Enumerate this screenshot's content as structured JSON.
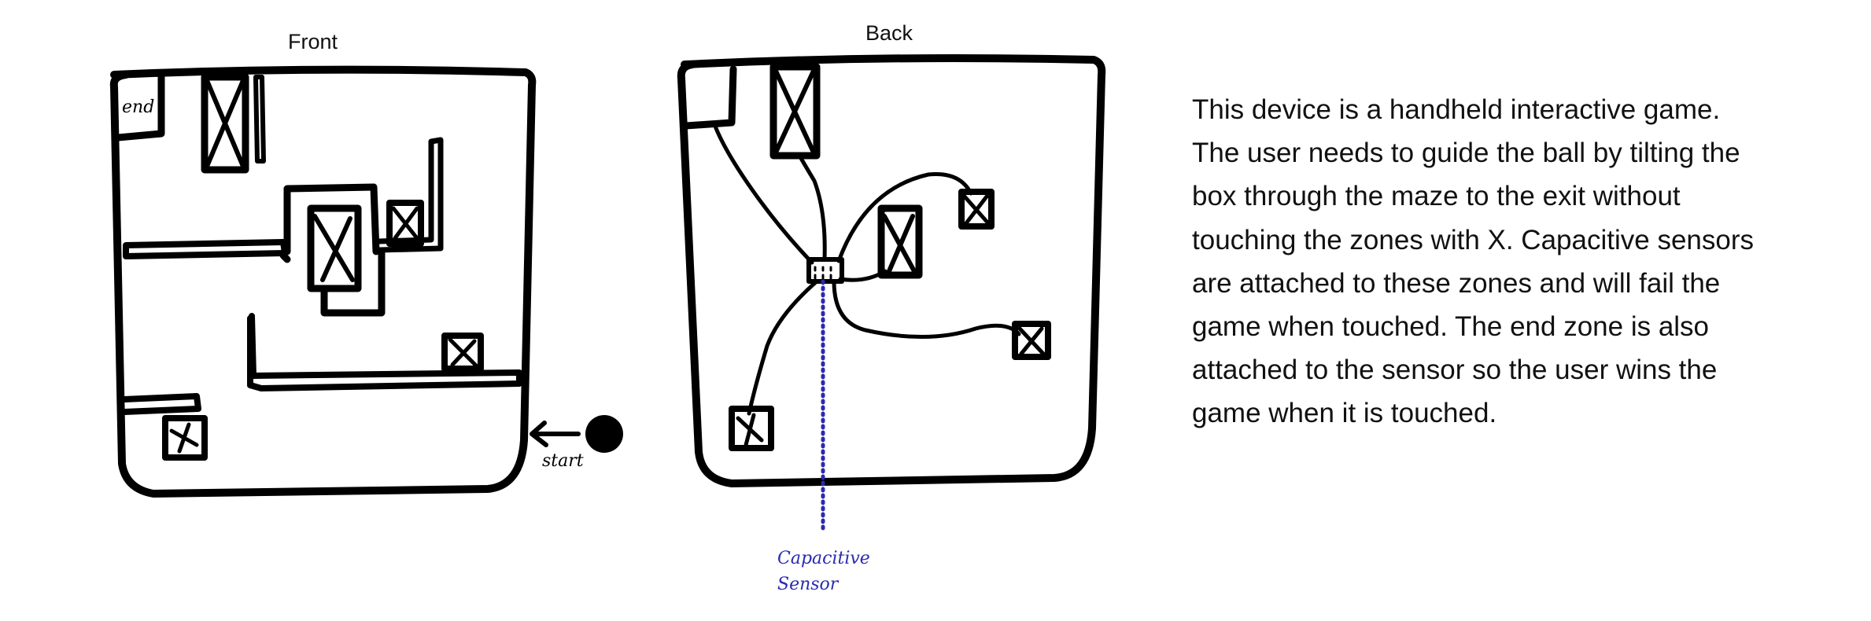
{
  "front": {
    "title": "Front",
    "end_label": "end",
    "start_label": "start"
  },
  "back": {
    "title": "Back",
    "sensor_label_line1": "Capacitive",
    "sensor_label_line2": "Sensor"
  },
  "description": {
    "lines": [
      "This device is a handheld interactive game.",
      "The user needs to guide the ball by tilting the",
      "box through the maze to the exit without",
      "touching the zones with X. Capacitive sensors",
      "are attached to these zones and will fail the",
      "game when touched. The end zone is also",
      "attached to the sensor so the user wins the",
      "game when it is touched."
    ]
  },
  "colors": {
    "ink": "#000000",
    "sensor": "#2b2ab0",
    "text": "#111111"
  }
}
